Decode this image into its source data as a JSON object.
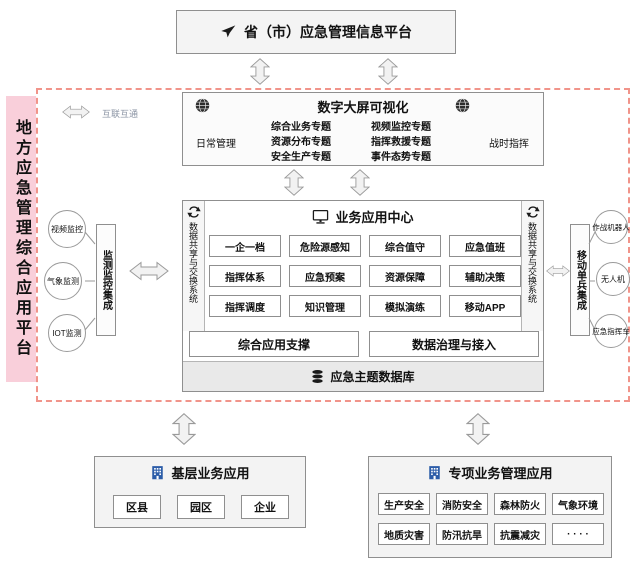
{
  "colors": {
    "accent_pink": "#F9CFDA",
    "dashed_border": "#F1948A",
    "building_blue": "#2B5CA8",
    "box_gray": "#F4F4F4"
  },
  "icons": {
    "top_platform": "paper-plane-icon",
    "visualization": "globe-icon",
    "business_center": "monitor-icon",
    "exchange": "sync-icon",
    "database": "database-icon",
    "applications": "building-icon"
  },
  "top_platform": {
    "title": "省（市）应急管理信息平台"
  },
  "platform_label": "地方应急管理综合应用平台",
  "interconnect": "互联互通",
  "visualization": {
    "title": "数字大屏可视化",
    "left_mode": "日常管理",
    "right_mode": "战时指挥",
    "topics_left": [
      "综合业务专题",
      "资源分布专题",
      "安全生产专题"
    ],
    "topics_right": [
      "视频监控专题",
      "指挥救援专题",
      "事件态势专题"
    ]
  },
  "business_center": {
    "title": "业务应用中心",
    "exchange_left": "数据共享与交换系统",
    "exchange_right": "数据共享与交换系统",
    "modules": [
      "一企一档",
      "危险源感知",
      "综合值守",
      "应急值班",
      "指挥体系",
      "应急预案",
      "资源保障",
      "辅助决策",
      "指挥调度",
      "知识管理",
      "模拟演练",
      "移动APP"
    ],
    "support": "综合应用支撑",
    "governance": "数据治理与接入",
    "database": "应急主题数据库"
  },
  "monitoring": {
    "title": "监测监控集成",
    "items": [
      "视频监控",
      "气象监测",
      "IOT监测"
    ]
  },
  "mobile": {
    "title": "移动单兵集成",
    "items": [
      "作战机器人",
      "无人机",
      "应急指挥车"
    ]
  },
  "grassroots": {
    "title": "基层业务应用",
    "buttons": [
      "区县",
      "园区",
      "企业"
    ]
  },
  "special": {
    "title": "专项业务管理应用",
    "buttons": [
      "生产安全",
      "消防安全",
      "森林防火",
      "气象环境",
      "地质灾害",
      "防汛抗旱",
      "抗震减灾",
      "· · · ·"
    ]
  }
}
